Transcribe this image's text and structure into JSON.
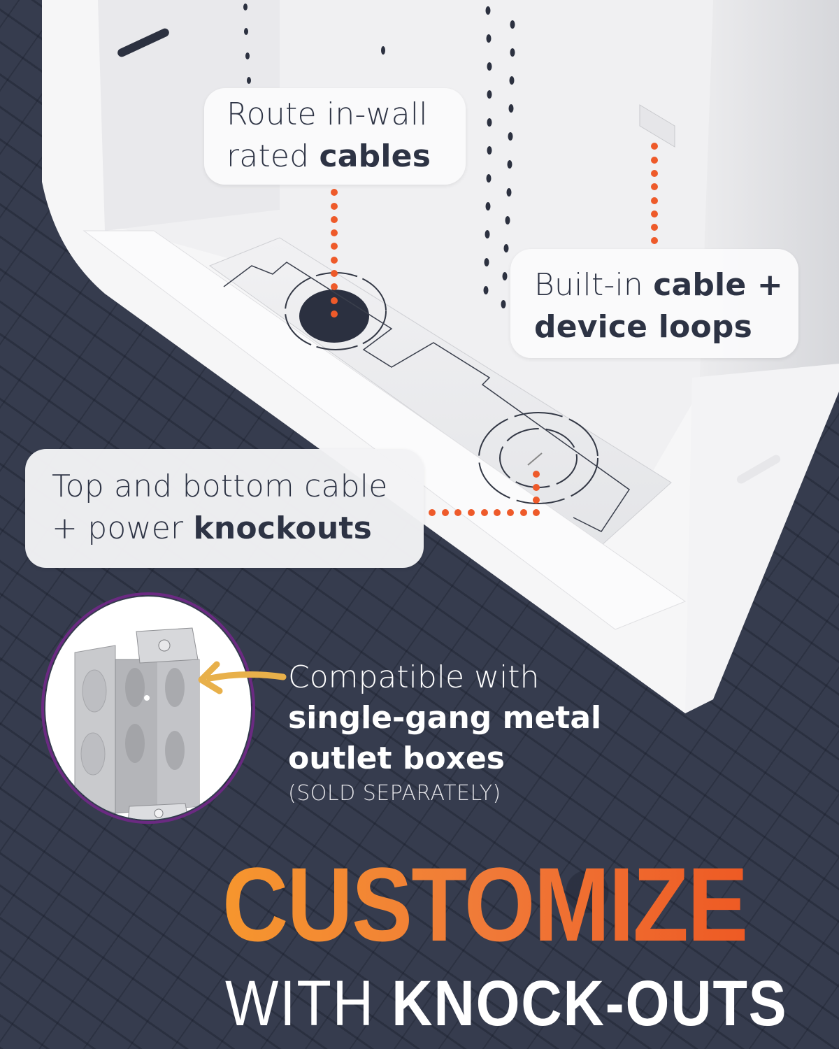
{
  "callouts": {
    "route": {
      "line1": "Route in-wall",
      "line2_light": "rated ",
      "line2_bold": "cables"
    },
    "loops": {
      "line1_light": "Built-in ",
      "line1_bold": "cable +",
      "line2_bold": "device loops"
    },
    "knockouts": {
      "line1": "Top and bottom cable",
      "line2_light": "+ power ",
      "line2_bold": "knockouts"
    }
  },
  "compatibility": {
    "line1": "Compatible with",
    "line2": "single-gang metal",
    "line3": "outlet boxes",
    "note": "(SOLD SEPARATELY)"
  },
  "headline": {
    "main": "CUSTOMIZE",
    "sub_light": "WITH ",
    "sub_bold": "KNOCK-OUTS"
  },
  "colors": {
    "background": "#363c4e",
    "accent_orange_start": "#f6962e",
    "accent_orange_end": "#ee5a24",
    "callout_text": "#2d3344",
    "dot_orange": "#ee5a2a",
    "arrow_yellow": "#e8b04a"
  }
}
